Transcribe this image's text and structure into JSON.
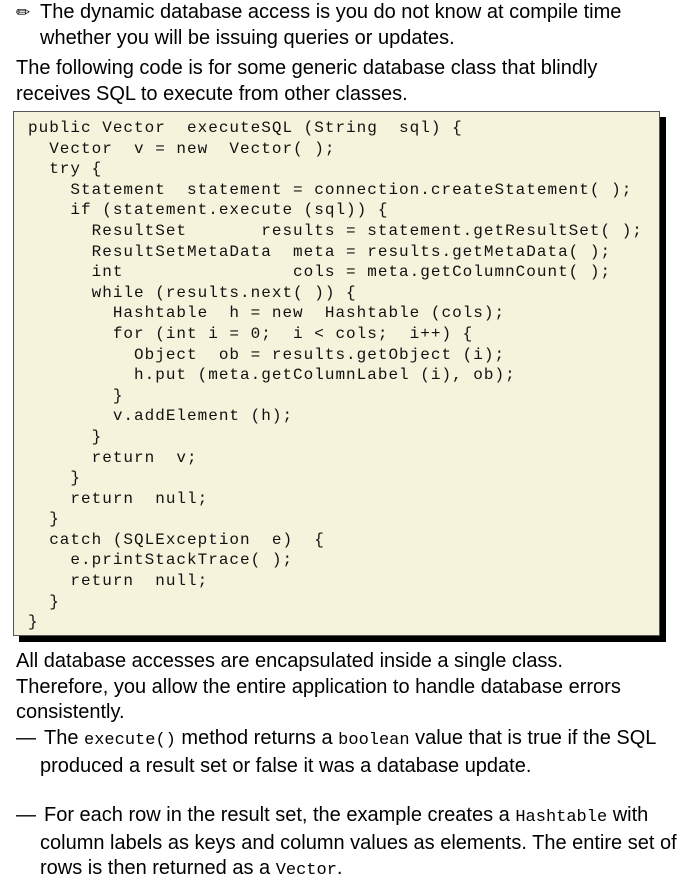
{
  "intro": {
    "icon": "pencil-icon",
    "icon_glyph": "✏",
    "text": "The dynamic database access is you do not know at compile time whether you will be issuing queries or updates."
  },
  "lead": "The following code is for some generic database class that  blindly receives SQL to execute from other classes.",
  "code_lines": [
    "public Vector  executeSQL (String  sql) {",
    "  Vector  v = new  Vector( );",
    "  try {",
    "    Statement  statement = connection.createStatement( );",
    "    if (statement.execute (sql)) {",
    "      ResultSet       results = statement.getResultSet( );",
    "      ResultSetMetaData  meta = results.getMetaData( );",
    "      int                cols = meta.getColumnCount( );",
    "      while (results.next( )) {",
    "        Hashtable  h = new  Hashtable (cols);",
    "        for (int i = 0;  i < cols;  i++) {",
    "          Object  ob = results.getObject (i);",
    "          h.put (meta.getColumnLabel (i), ob);",
    "        }",
    "        v.addElement (h);",
    "      }",
    "      return  v;",
    "    }",
    "    return  null;",
    "  }",
    "  catch (SQLException  e)  {",
    "    e.printStackTrace( );",
    "    return  null;",
    "  }",
    "}"
  ],
  "summary": "All database accesses are encapsulated inside a single class. Therefore, you allow the entire application to handle database errors consistently.",
  "points": [
    {
      "dash": "—",
      "a": "The ",
      "code1": "execute()",
      "b": " method returns a ",
      "code2": "boolean",
      "c": " value that is true if the SQL produced a result set or false it was a database update."
    },
    {
      "dash": "—",
      "a": "For each row in the result set, the example creates a ",
      "code1": "Hashtable",
      "b": " with column labels as keys and column values as elements.  The entire set of rows is then returned as a ",
      "code2": "Vector",
      "c": "."
    }
  ]
}
